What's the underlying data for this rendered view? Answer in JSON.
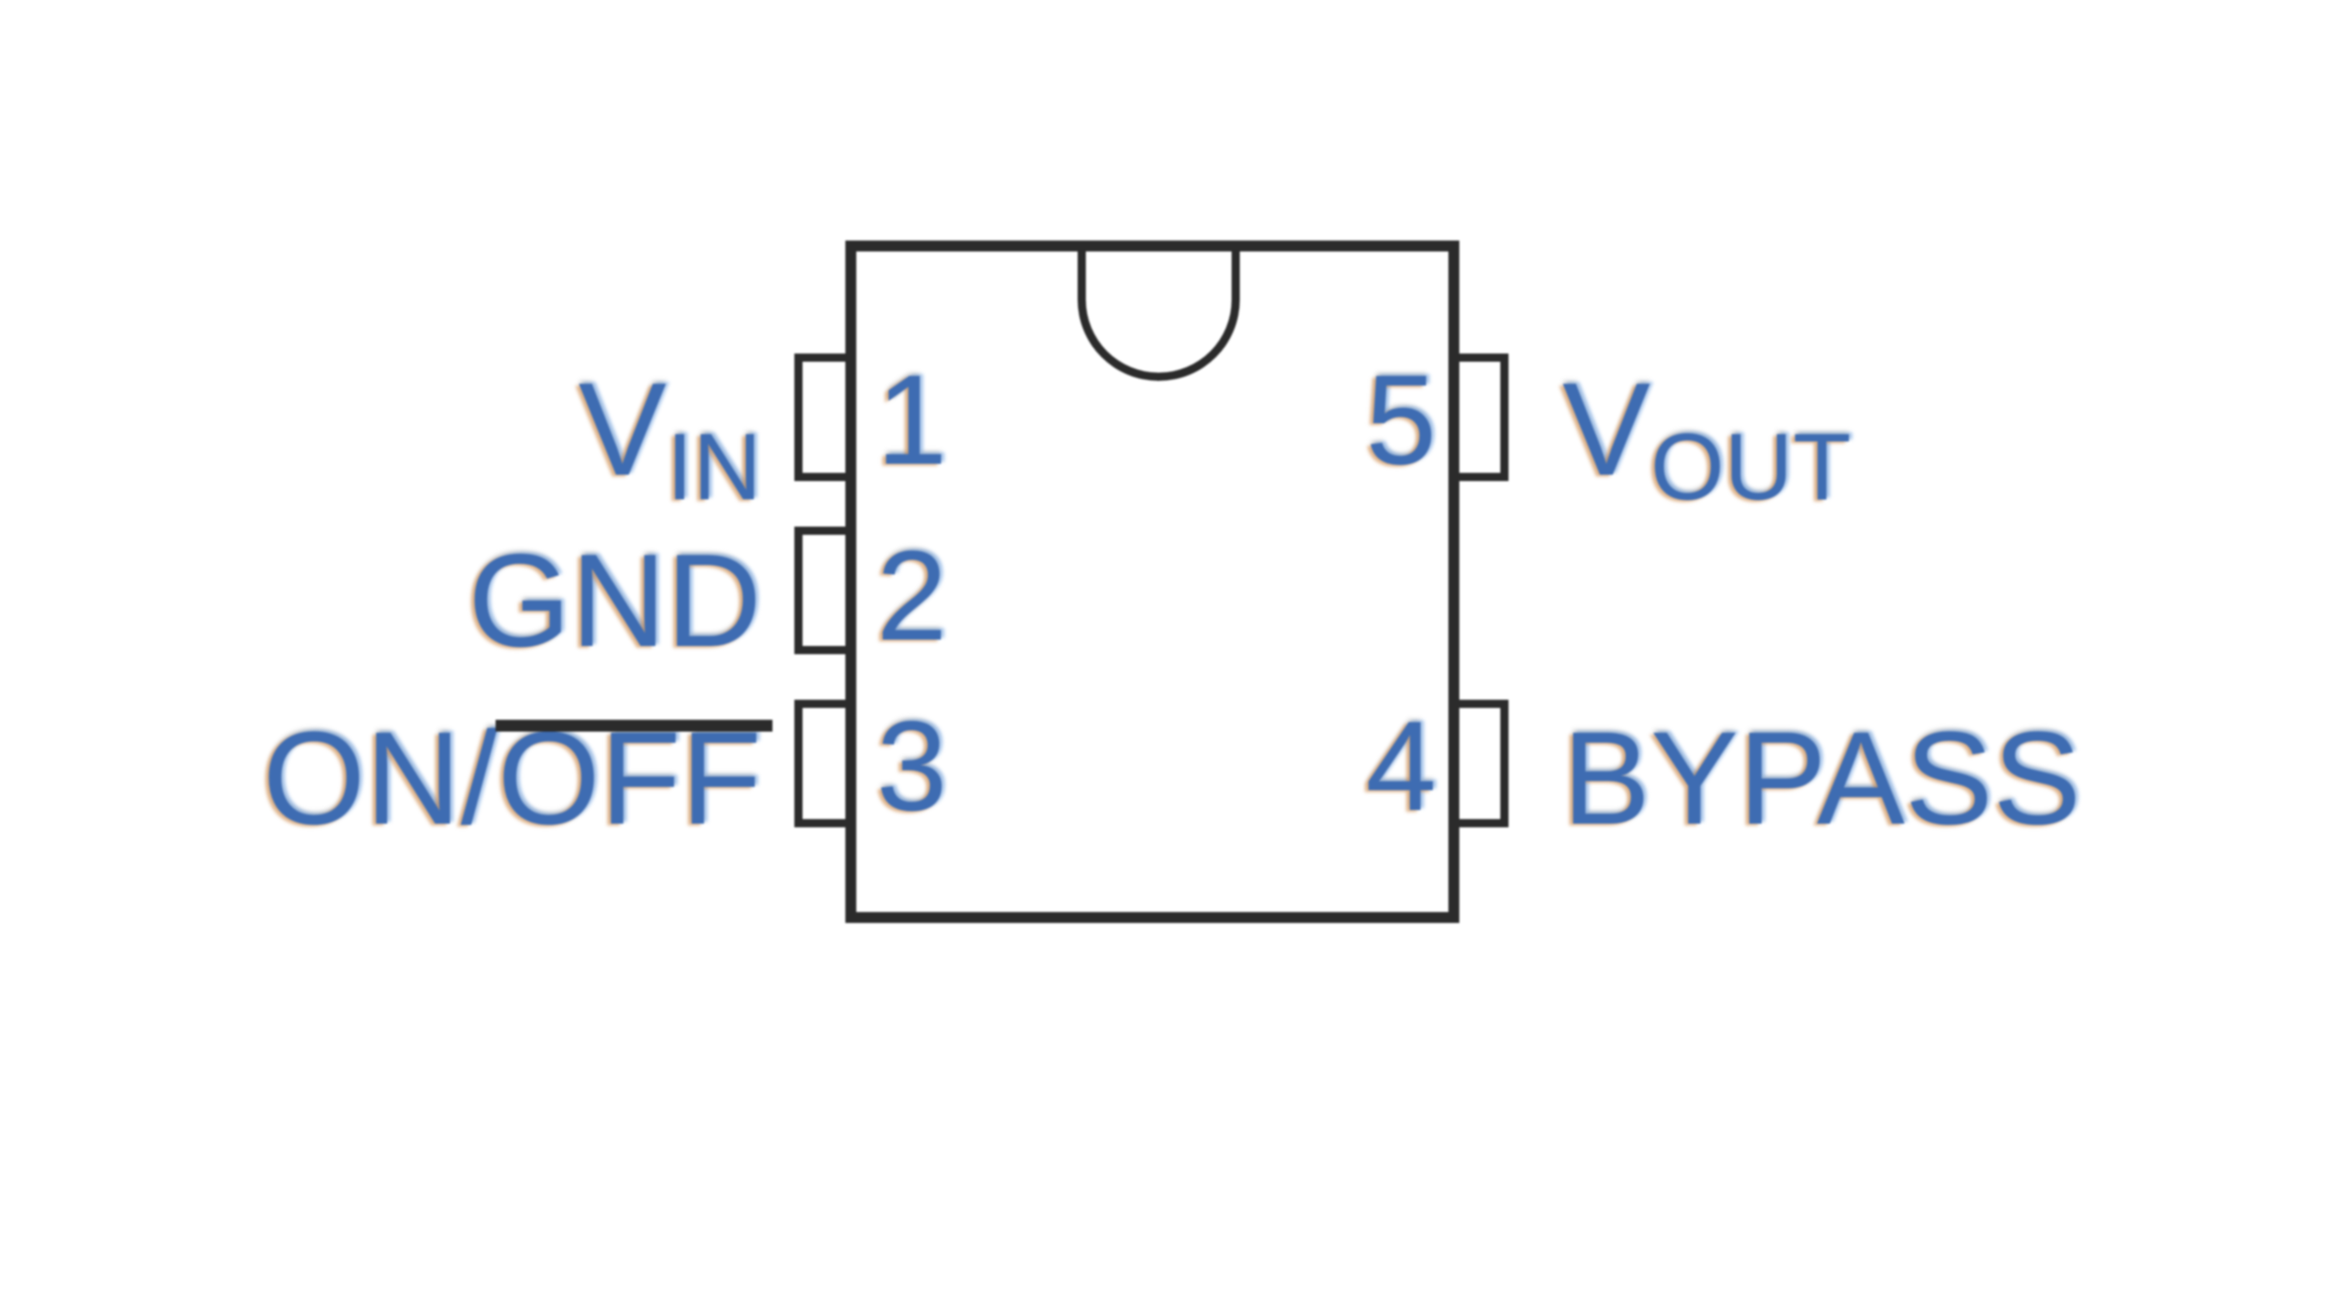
{
  "diagram_type": "ic-pinout",
  "colors": {
    "line": "#2b2b2b",
    "label_blue": "#3e6cb2",
    "background": "#ffffff"
  },
  "package": {
    "notch": "orientation-notch",
    "pins": {
      "pin1": {
        "number": "1",
        "label_main": "V",
        "label_sub": "IN",
        "side": "left"
      },
      "pin2": {
        "number": "2",
        "label": "GND",
        "side": "left"
      },
      "pin3": {
        "number": "3",
        "label_prefix": "ON/",
        "label_overlined": "OFF",
        "side": "left"
      },
      "pin4": {
        "number": "4",
        "label": "BYPASS",
        "side": "right"
      },
      "pin5": {
        "number": "5",
        "label_main": "V",
        "label_sub": "OUT",
        "side": "right"
      }
    }
  }
}
